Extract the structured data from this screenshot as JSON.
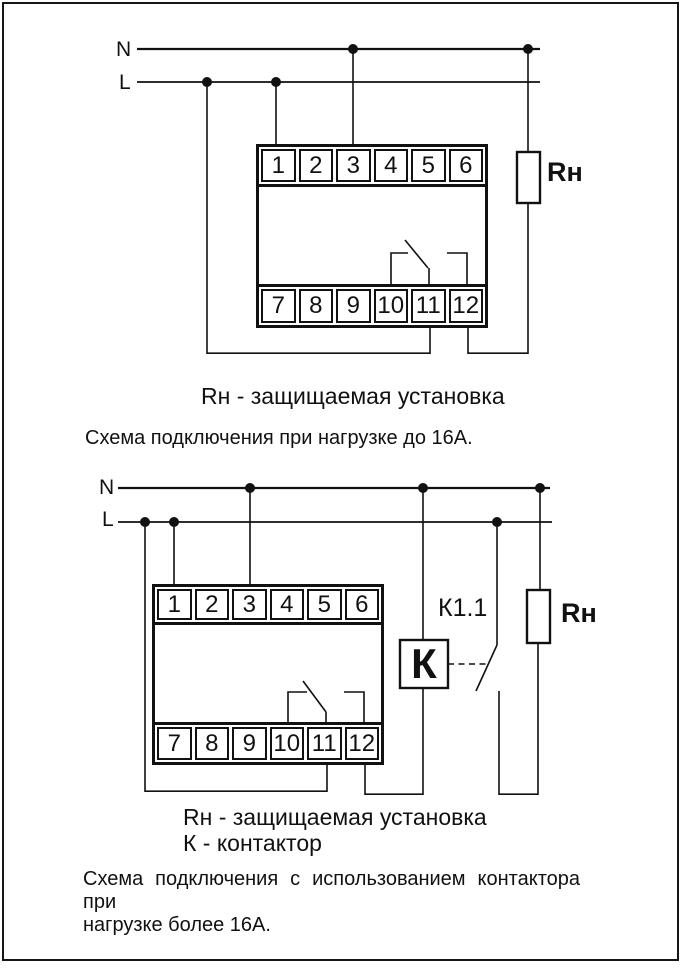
{
  "colors": {
    "line": "#111111",
    "background": "#ffffff"
  },
  "diagram1": {
    "n_label": "N",
    "l_label": "L",
    "terminals_top": [
      "1",
      "2",
      "3",
      "4",
      "5",
      "6"
    ],
    "terminals_bottom": [
      "7",
      "8",
      "9",
      "10",
      "11",
      "12"
    ],
    "load_label": "Rн",
    "legend": "Rн - защищаемая установка",
    "caption": "Схема подключения при нагрузке до 16А."
  },
  "diagram2": {
    "n_label": "N",
    "l_label": "L",
    "terminals_top": [
      "1",
      "2",
      "3",
      "4",
      "5",
      "6"
    ],
    "terminals_bottom": [
      "7",
      "8",
      "9",
      "10",
      "11",
      "12"
    ],
    "coil_label": "К",
    "contact_label": "К1.1",
    "load_label": "Rн",
    "legend_load": "Rн - защищаемая установка",
    "legend_coil": "К - контактор",
    "caption_line1": "Схема подключения с использованием контактора при",
    "caption_line2": "нагрузке более 16А."
  }
}
